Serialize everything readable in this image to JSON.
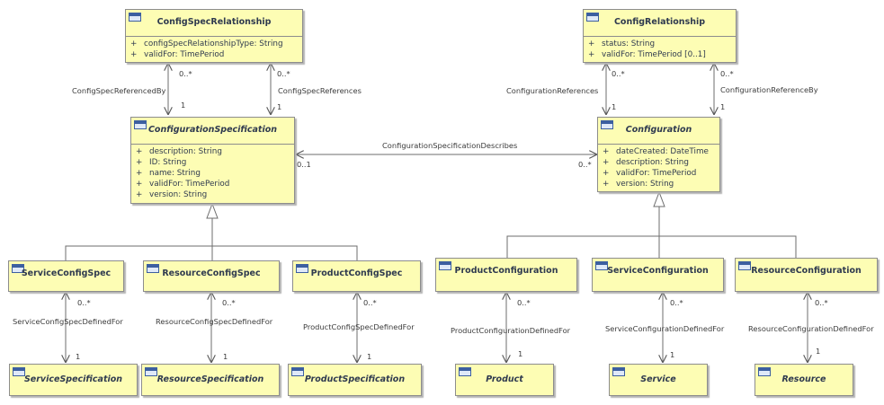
{
  "classes": {
    "config_spec_relationship": {
      "name": "ConfigSpecRelationship",
      "attributes": [
        {
          "vis": "+",
          "text": "configSpecRelationshipType: String"
        },
        {
          "vis": "+",
          "text": "validFor: TimePeriod"
        }
      ]
    },
    "config_relationship": {
      "name": "ConfigRelationship",
      "attributes": [
        {
          "vis": "+",
          "text": "status: String"
        },
        {
          "vis": "+",
          "text": "validFor: TimePeriod [0..1]"
        }
      ]
    },
    "configuration_specification": {
      "name": "ConfigurationSpecification",
      "attributes": [
        {
          "vis": "+",
          "text": "description: String"
        },
        {
          "vis": "+",
          "text": "ID: String"
        },
        {
          "vis": "+",
          "text": "name: String"
        },
        {
          "vis": "+",
          "text": "validFor: TimePeriod"
        },
        {
          "vis": "+",
          "text": "version: String"
        }
      ]
    },
    "configuration": {
      "name": "Configuration",
      "attributes": [
        {
          "vis": "+",
          "text": "dateCreated: DateTime"
        },
        {
          "vis": "+",
          "text": "description: String"
        },
        {
          "vis": "+",
          "text": "validFor: TimePeriod"
        },
        {
          "vis": "+",
          "text": "version: String"
        }
      ]
    },
    "service_config_spec": {
      "name": "ServiceConfigSpec"
    },
    "resource_config_spec": {
      "name": "ResourceConfigSpec"
    },
    "product_config_spec": {
      "name": "ProductConfigSpec"
    },
    "product_configuration": {
      "name": "ProductConfiguration"
    },
    "service_configuration": {
      "name": "ServiceConfiguration"
    },
    "resource_configuration": {
      "name": "ResourceConfiguration"
    },
    "service_specification": {
      "name": "ServiceSpecification"
    },
    "resource_specification": {
      "name": "ResourceSpecification"
    },
    "product_specification": {
      "name": "ProductSpecification"
    },
    "product": {
      "name": "Product"
    },
    "service": {
      "name": "Service"
    },
    "resource": {
      "name": "Resource"
    }
  },
  "associations": {
    "config_spec_referenced_by": {
      "label": "ConfigSpecReferencedBy",
      "mult_top": "0..*",
      "mult_bottom": "1"
    },
    "config_spec_references": {
      "label": "ConfigSpecReferences",
      "mult_top": "0..*",
      "mult_bottom": "1"
    },
    "configuration_references": {
      "label": "ConfigurationReferences",
      "mult_top": "0..*",
      "mult_bottom": "1"
    },
    "configuration_referenced_by": {
      "label": "ConfigurationReferenceBy",
      "mult_top": "0..*",
      "mult_bottom": "1"
    },
    "configuration_specification_describes": {
      "label": "ConfigurationSpecificationDescribes",
      "mult_left": "0..1",
      "mult_right": "0..*"
    },
    "service_config_spec_defined_for": {
      "label": "ServiceConfigSpecDefinedFor",
      "mult_top": "0..*",
      "mult_bottom": "1"
    },
    "resource_config_spec_defined_for": {
      "label": "ResourceConfigSpecDefinedFor",
      "mult_top": "0..*",
      "mult_bottom": "1"
    },
    "product_config_spec_defined_for": {
      "label": "ProductConfigSpecDefinedFor",
      "mult_top": "0..*",
      "mult_bottom": "1"
    },
    "product_configuration_defined_for": {
      "label": "ProductConfigurationDefinedFor",
      "mult_top": "0..*",
      "mult_bottom": "1"
    },
    "service_configuration_defined_for": {
      "label": "ServiceConfigurationDefinedFor",
      "mult_top": "0..*",
      "mult_bottom": "1"
    },
    "resource_configuration_defined_for": {
      "label": "ResourceConfigurationDefinedFor",
      "mult_top": "0..*",
      "mult_bottom": "1"
    }
  }
}
